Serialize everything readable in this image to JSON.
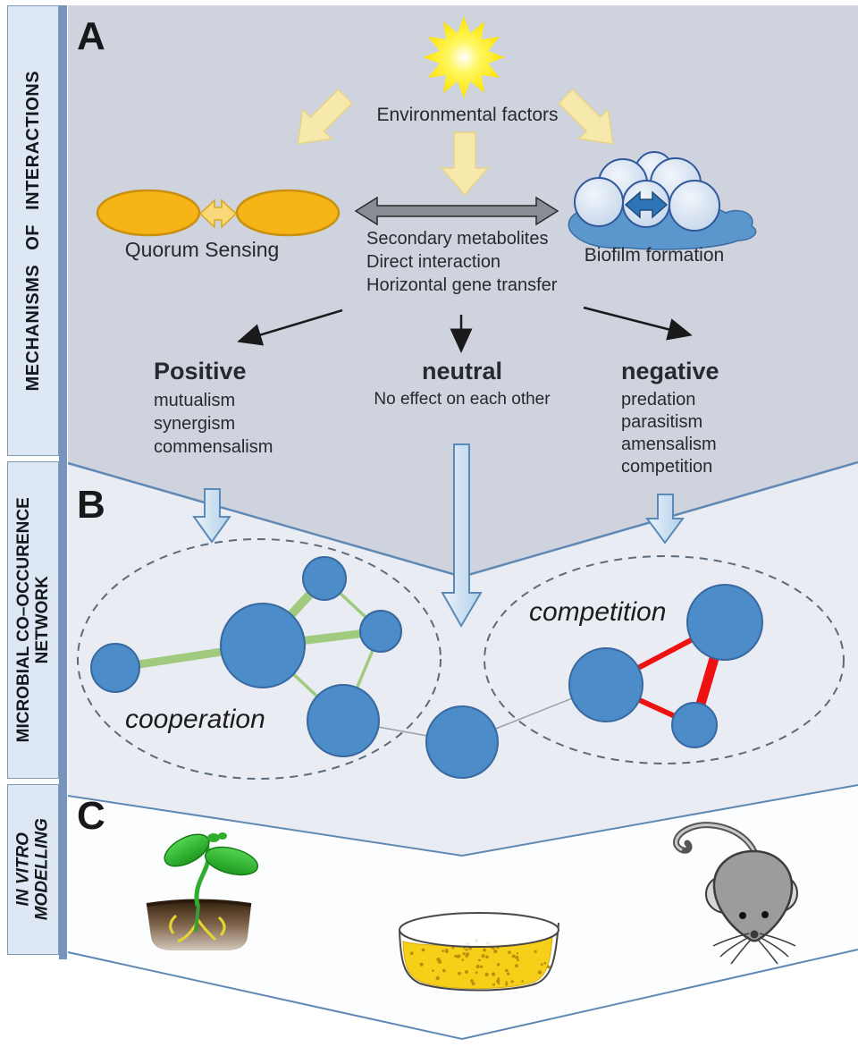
{
  "sidebar": {
    "sections": [
      {
        "label": "MECHANISMS OF INTERACTIONS"
      },
      {
        "line1": "MICROBIAL CO–OCCURENCE",
        "line2": "NETWORK"
      },
      {
        "line1": "IN VITRO",
        "line2": "MODELLING"
      }
    ]
  },
  "panel_a": {
    "letter": "A",
    "environmental_factors": "Environmental factors",
    "quorum_sensing": "Quorum Sensing",
    "biofilm_formation": "Biofilm formation",
    "mechanisms": [
      "Secondary metabolites",
      "Direct interaction",
      "Horizontal gene transfer"
    ],
    "outcomes": {
      "positive": {
        "title": "Positive",
        "items": [
          "mutualism",
          "synergism",
          "commensalism"
        ]
      },
      "neutral": {
        "title": "neutral",
        "subtitle": "No effect on each other"
      },
      "negative": {
        "title": "negative",
        "items": [
          "predation",
          "parasitism",
          "amensalism",
          "competition"
        ]
      }
    }
  },
  "panel_b": {
    "letter": "B",
    "cooperation_label": "cooperation",
    "competition_label": "competition"
  },
  "panel_c": {
    "letter": "C"
  },
  "colors": {
    "panel_a_bg": "#ced3de",
    "panel_b_bg": "#e9ecf2",
    "panel_c_bg": "#fcfdfe",
    "boundary_line": "#5f89b5",
    "sidebar_bg": "#dde8f4",
    "node_blue": "#4c8cc9",
    "cooperation_edge_green": "#a0cb7e",
    "competition_edge_red": "#ee1111",
    "quorum_orange": "#f6b417",
    "sun_yellow": "#ffe81a",
    "pale_arrow_yellow": "#f7e9ab",
    "blue_outline_arrow": "#cfe2f4"
  }
}
